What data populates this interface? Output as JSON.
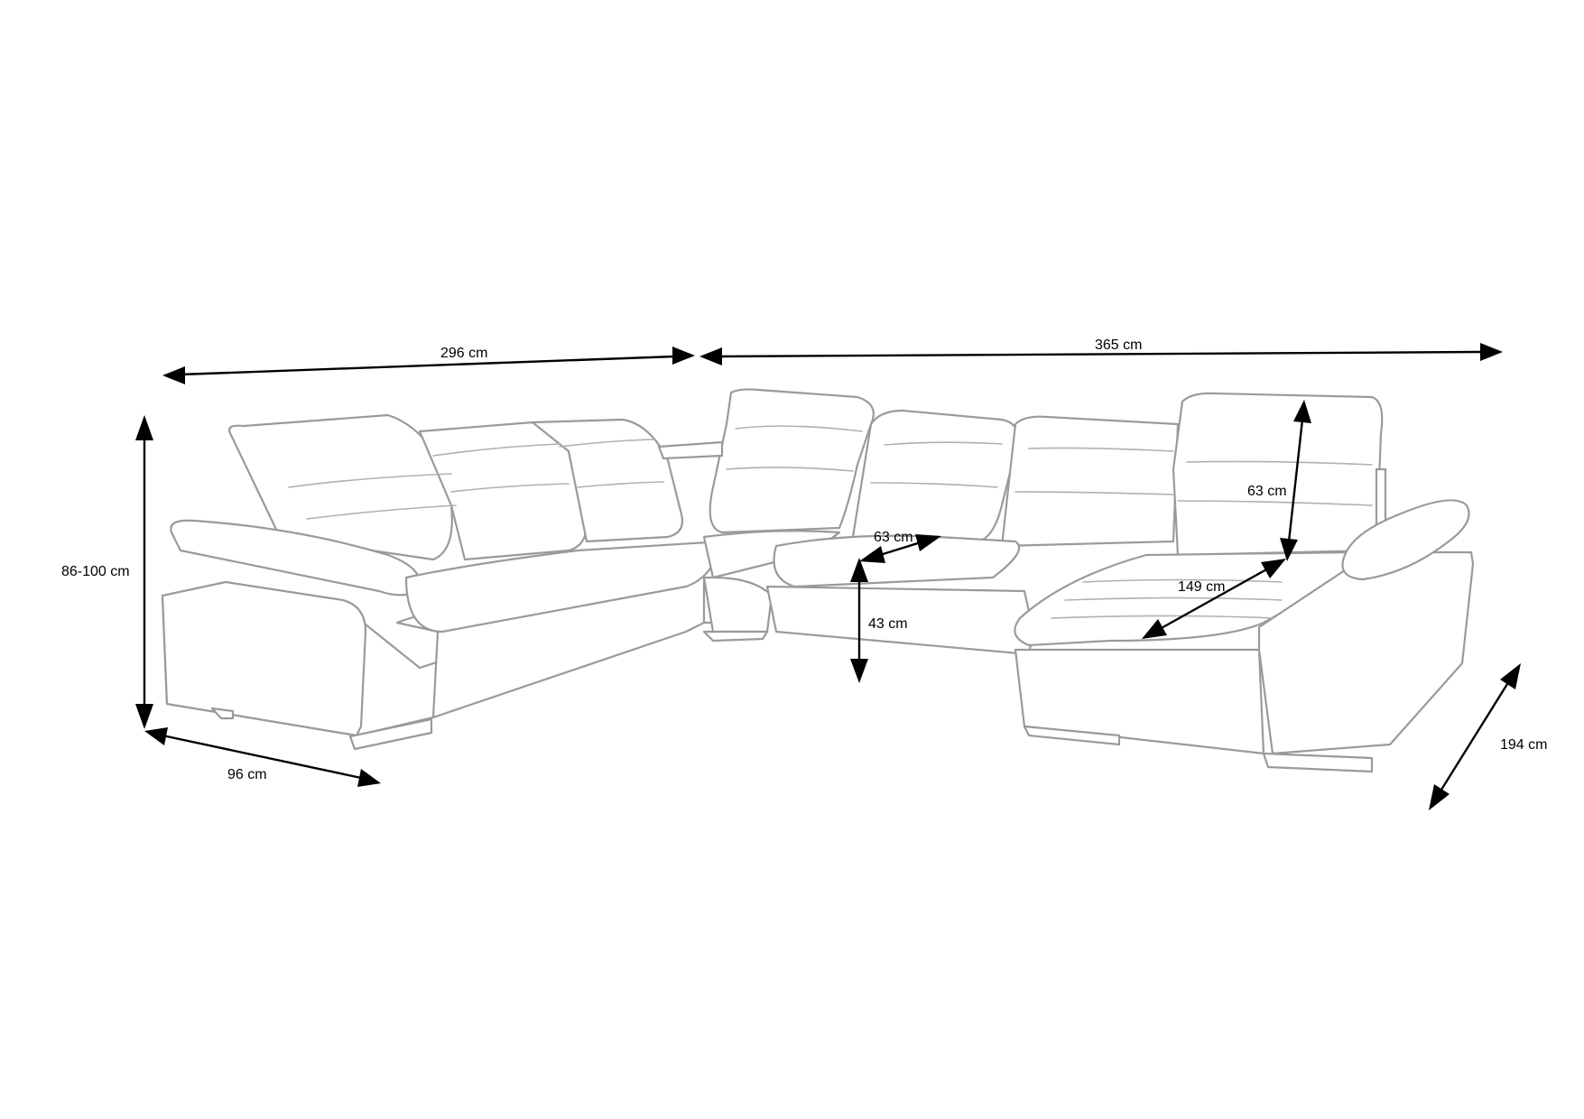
{
  "dimensions": {
    "width_left": "296 cm",
    "width_right": "365 cm",
    "height": "86-100 cm",
    "depth_left": "96 cm",
    "depth_right": "194 cm",
    "headrest_height": "63 cm",
    "seat_depth": "63 cm",
    "seat_height": "43 cm",
    "chaise_length": "149 cm"
  },
  "colors": {
    "outline": "#9a9a9a",
    "dimension": "#000000",
    "background": "#ffffff"
  }
}
